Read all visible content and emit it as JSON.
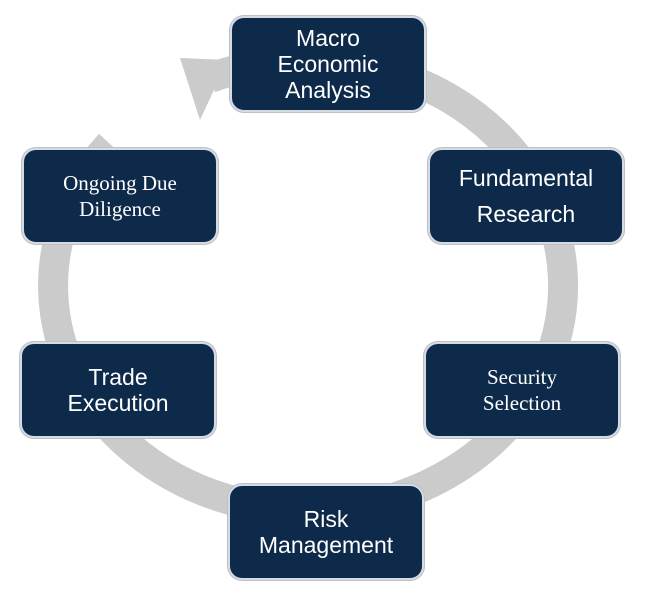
{
  "diagram": {
    "type": "cycle",
    "steps": [
      {
        "id": "macro",
        "lines": [
          "Macro",
          "Economic",
          "Analysis"
        ]
      },
      {
        "id": "fundamental",
        "lines": [
          "Fundamental",
          "Research"
        ]
      },
      {
        "id": "security",
        "lines": [
          "Security",
          "Selection"
        ]
      },
      {
        "id": "risk",
        "lines": [
          "Risk",
          "Management"
        ]
      },
      {
        "id": "trade",
        "lines": [
          "Trade",
          "Execution"
        ]
      },
      {
        "id": "ongoing",
        "lines": [
          "Ongoing Due",
          "Diligence"
        ]
      }
    ],
    "colors": {
      "box_fill": "#0e2a4a",
      "box_text": "#ffffff",
      "box_border": "#d6dbe2",
      "ring": "#cbcbcb"
    }
  }
}
